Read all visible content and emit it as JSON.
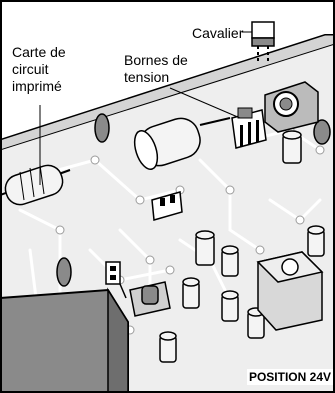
{
  "labels": {
    "circuit_board": "Carte de circuit imprimé",
    "jumper": "Cavalier",
    "voltage_terminals": "Bornes de tension",
    "position": "POSITION 24V"
  },
  "colors": {
    "board": "#eeeeee",
    "board_edge": "#c8c8c8",
    "component_dark": "#8a8a8a",
    "component_light": "#f4f4f4",
    "outline": "#000000"
  }
}
